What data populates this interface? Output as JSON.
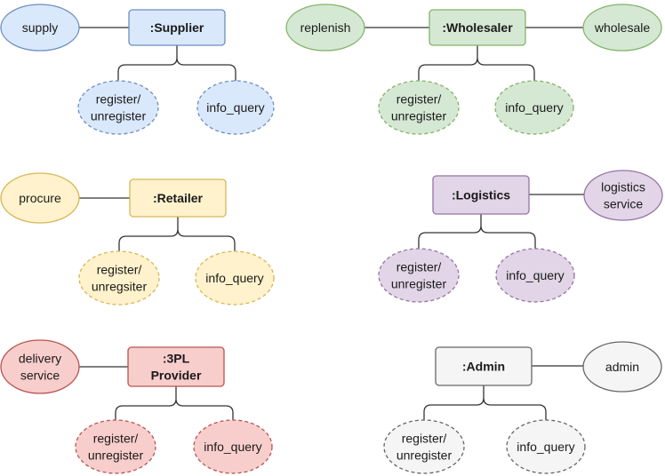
{
  "palettes": {
    "blue": {
      "fill": "#dae8fc",
      "stroke": "#6c8ebf"
    },
    "green": {
      "fill": "#d5e8d4",
      "stroke": "#82b366"
    },
    "yellow": {
      "fill": "#fff2cc",
      "stroke": "#d6b656"
    },
    "purple": {
      "fill": "#e1d5e7",
      "stroke": "#9673a6"
    },
    "red": {
      "fill": "#f8cecc",
      "stroke": "#b85450"
    },
    "gray": {
      "fill": "#f5f5f5",
      "stroke": "#666666"
    }
  },
  "groups": [
    {
      "id": "supplier",
      "palette": "blue",
      "component": {
        "label": ":Supplier"
      },
      "provided": [
        {
          "label": "supply",
          "side": "left"
        }
      ],
      "interfaces": [
        {
          "label": "register/\nunregister"
        },
        {
          "label": "info_query"
        }
      ]
    },
    {
      "id": "wholesaler",
      "palette": "green",
      "component": {
        "label": ":Wholesaler"
      },
      "provided": [
        {
          "label": "replenish",
          "side": "left"
        },
        {
          "label": "wholesale",
          "side": "right"
        }
      ],
      "interfaces": [
        {
          "label": "register/\nunregister"
        },
        {
          "label": "info_query"
        }
      ]
    },
    {
      "id": "retailer",
      "palette": "yellow",
      "component": {
        "label": ":Retailer"
      },
      "provided": [
        {
          "label": "procure",
          "side": "left"
        }
      ],
      "interfaces": [
        {
          "label": "register/\nunregsiter"
        },
        {
          "label": "info_query"
        }
      ]
    },
    {
      "id": "logistics",
      "palette": "purple",
      "component": {
        "label": ":Logistics"
      },
      "provided": [
        {
          "label": "logistics\nservice",
          "side": "right"
        }
      ],
      "interfaces": [
        {
          "label": "register/\nunregister"
        },
        {
          "label": "info_query"
        }
      ]
    },
    {
      "id": "3pl-provider",
      "palette": "red",
      "component": {
        "label": ":3PL\nProvider"
      },
      "provided": [
        {
          "label": "delivery\nservice",
          "side": "left"
        }
      ],
      "interfaces": [
        {
          "label": "register/\nunregister"
        },
        {
          "label": "info_query"
        }
      ]
    },
    {
      "id": "admin",
      "palette": "gray",
      "component": {
        "label": ":Admin"
      },
      "provided": [
        {
          "label": "admin",
          "side": "right"
        }
      ],
      "interfaces": [
        {
          "label": "register/\nunregister"
        },
        {
          "label": "info_query"
        }
      ]
    }
  ]
}
